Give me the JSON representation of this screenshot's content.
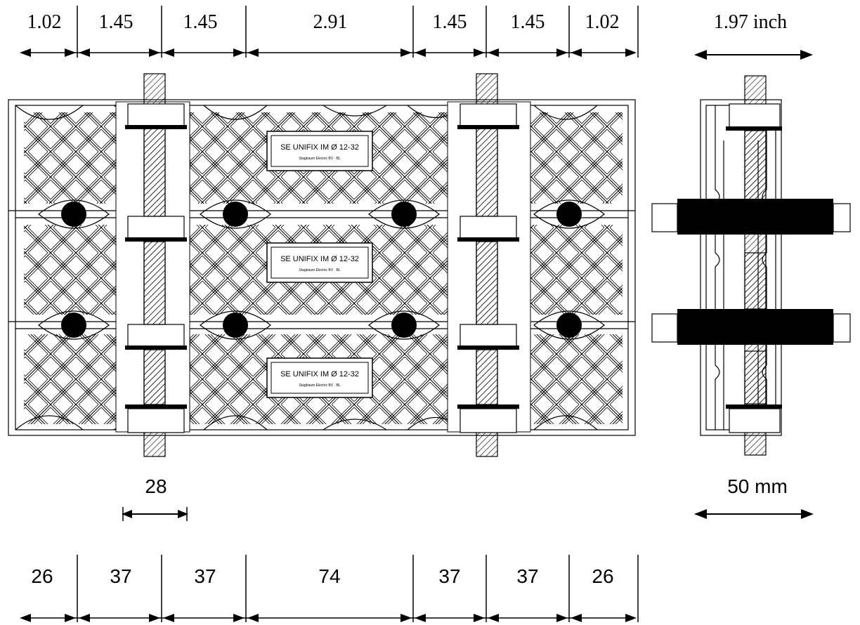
{
  "top_dimensions_inch": [
    "1.02",
    "1.45",
    "1.45",
    "2.91",
    "1.45",
    "1.45",
    "1.02"
  ],
  "bottom_dimensions_mm": [
    "26",
    "37",
    "37",
    "74",
    "37",
    "37",
    "26"
  ],
  "side_width_inch": "1.97 inch",
  "side_width_mm": "50 mm",
  "bolt_dimension": "28",
  "plate_labels": [
    {
      "main": "SE UNIFIX IM Ø 12-32",
      "sub": "Stagbaum Electric BV · BL"
    },
    {
      "main": "SE UNIFIX IM Ø 12-32",
      "sub": "Stagbaum Electric BV · BL"
    },
    {
      "main": "SE UNIFIX IM Ø 12-32",
      "sub": "Stagbaum Electric BV · BL"
    }
  ]
}
